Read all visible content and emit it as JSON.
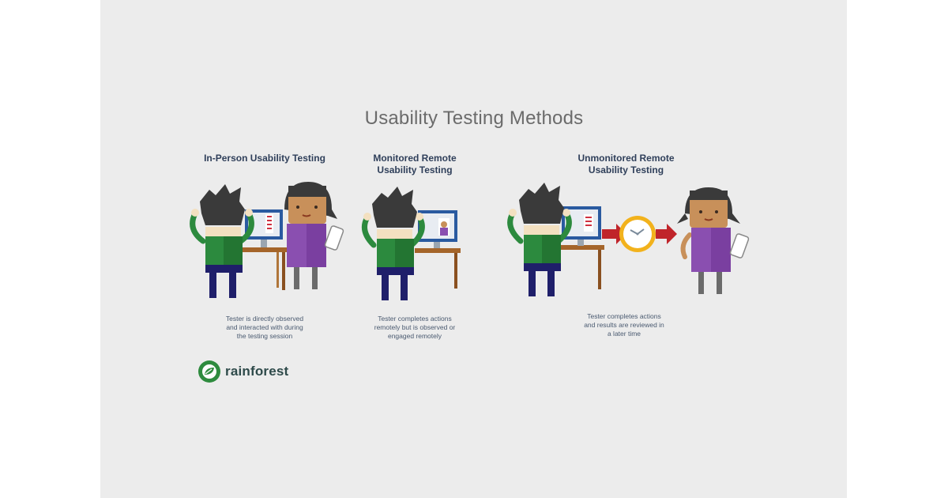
{
  "title": "Usability Testing Methods",
  "methods": [
    {
      "heading": "In-Person Usability Testing",
      "description": [
        "Tester is directly observed",
        "and interacted with during",
        "the testing session"
      ]
    },
    {
      "heading": [
        "Monitored Remote",
        "Usability Testing"
      ],
      "description": [
        "Tester completes actions",
        "remotely but is observed or",
        "engaged remotely"
      ]
    },
    {
      "heading": [
        "Unmonitored Remote",
        "Usability Testing"
      ],
      "description": [
        "Tester completes actions",
        "and results are reviewed in",
        "a later time"
      ]
    }
  ],
  "brand": {
    "name": "rainforest",
    "icon": "leaf-icon",
    "color": "#2e8b3e"
  },
  "colors": {
    "background_panel": "#ececec",
    "shirt_green": "#2c8a3e",
    "shirt_purple": "#8a4fb0",
    "pants_navy": "#1f1f6a",
    "arrow_red": "#c0242a",
    "clock_gold": "#f2b21c",
    "monitor_blue": "#2a5aa0",
    "desk_brown": "#a5652a"
  }
}
